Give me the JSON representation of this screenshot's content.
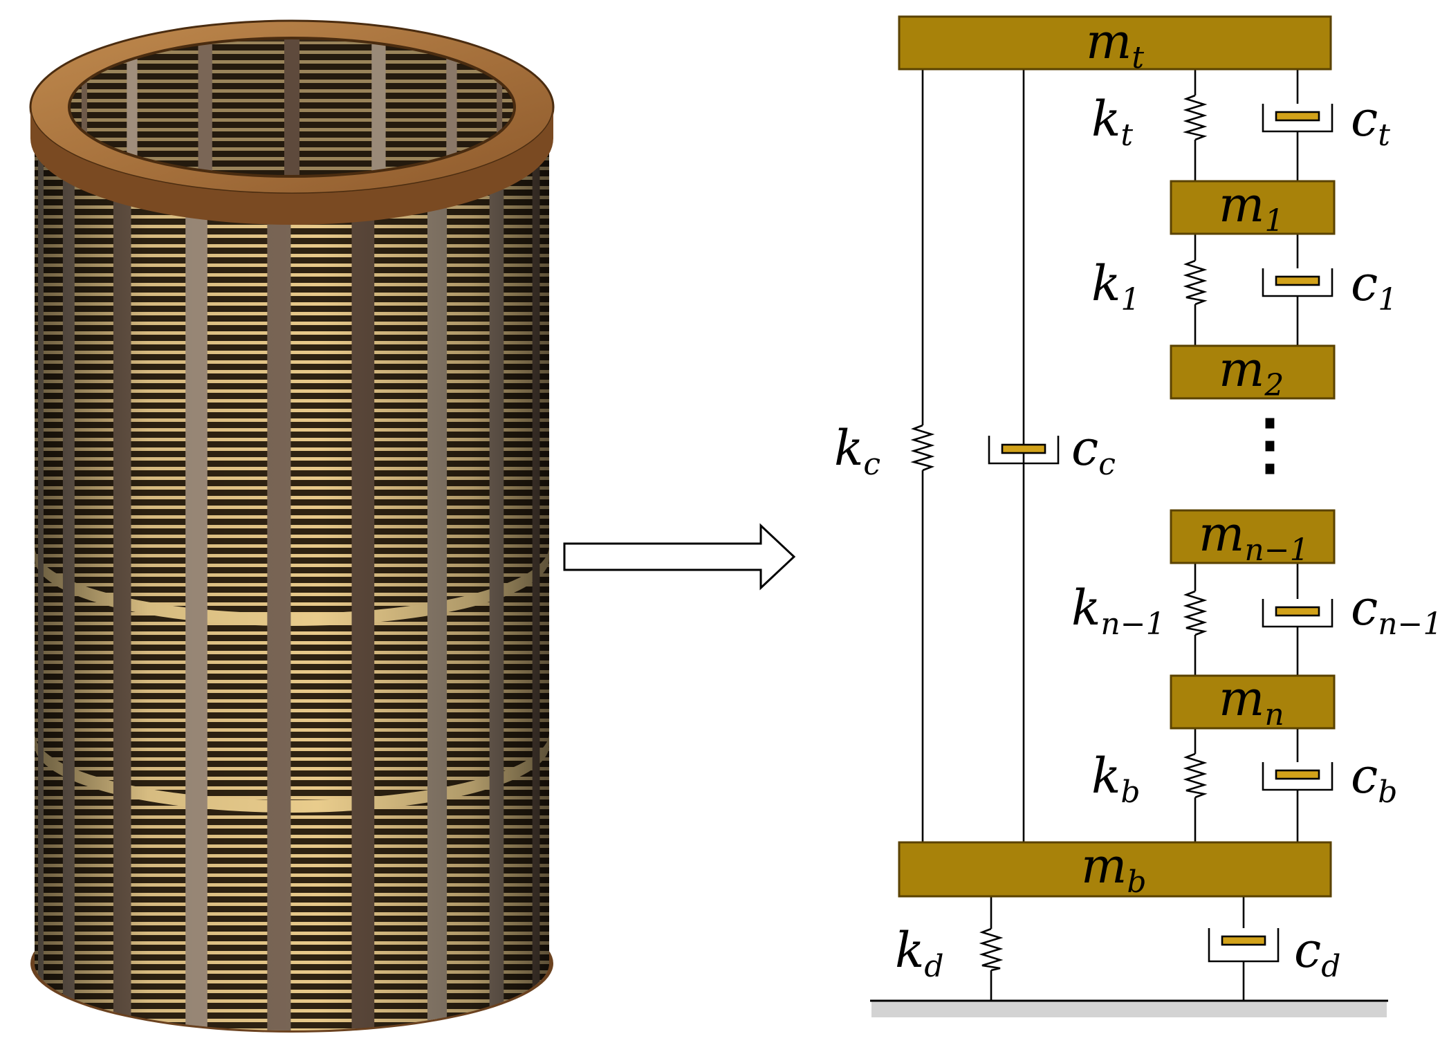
{
  "colors": {
    "mass_fill": "#A8820A",
    "piston_fill": "#D2A21A",
    "winding_dark": "#2E2212",
    "winding_light": "#E8C98A",
    "end_ring": "#8A5A2E",
    "spacer_bar": "#8E8070",
    "ground": "#D3D3D3"
  },
  "illustration": {
    "name": "transformer-winding-cylinder"
  },
  "arrow": {
    "name": "maps-to-arrow"
  },
  "model": {
    "masses": [
      {
        "id": "mt",
        "sym": "m",
        "sub": "t"
      },
      {
        "id": "m1",
        "sym": "m",
        "sub": "1"
      },
      {
        "id": "m2",
        "sym": "m",
        "sub": "2"
      },
      {
        "id": "mn1",
        "sym": "m",
        "sub": "n−1"
      },
      {
        "id": "mn",
        "sym": "m",
        "sub": "n"
      },
      {
        "id": "mb",
        "sym": "m",
        "sub": "b"
      }
    ],
    "springs": [
      {
        "id": "kt",
        "sym": "k",
        "sub": "t"
      },
      {
        "id": "k1",
        "sym": "k",
        "sub": "1"
      },
      {
        "id": "kn1",
        "sym": "k",
        "sub": "n−1"
      },
      {
        "id": "kb",
        "sym": "k",
        "sub": "b"
      },
      {
        "id": "kc",
        "sym": "k",
        "sub": "c"
      },
      {
        "id": "kd",
        "sym": "k",
        "sub": "d"
      }
    ],
    "dampers": [
      {
        "id": "ct",
        "sym": "c",
        "sub": "t"
      },
      {
        "id": "c1",
        "sym": "c",
        "sub": "1"
      },
      {
        "id": "cn1",
        "sym": "c",
        "sub": "n−1"
      },
      {
        "id": "cb",
        "sym": "c",
        "sub": "b"
      },
      {
        "id": "cc",
        "sym": "c",
        "sub": "c"
      },
      {
        "id": "cd",
        "sym": "c",
        "sub": "d"
      }
    ],
    "ellipsis": "⋮"
  }
}
